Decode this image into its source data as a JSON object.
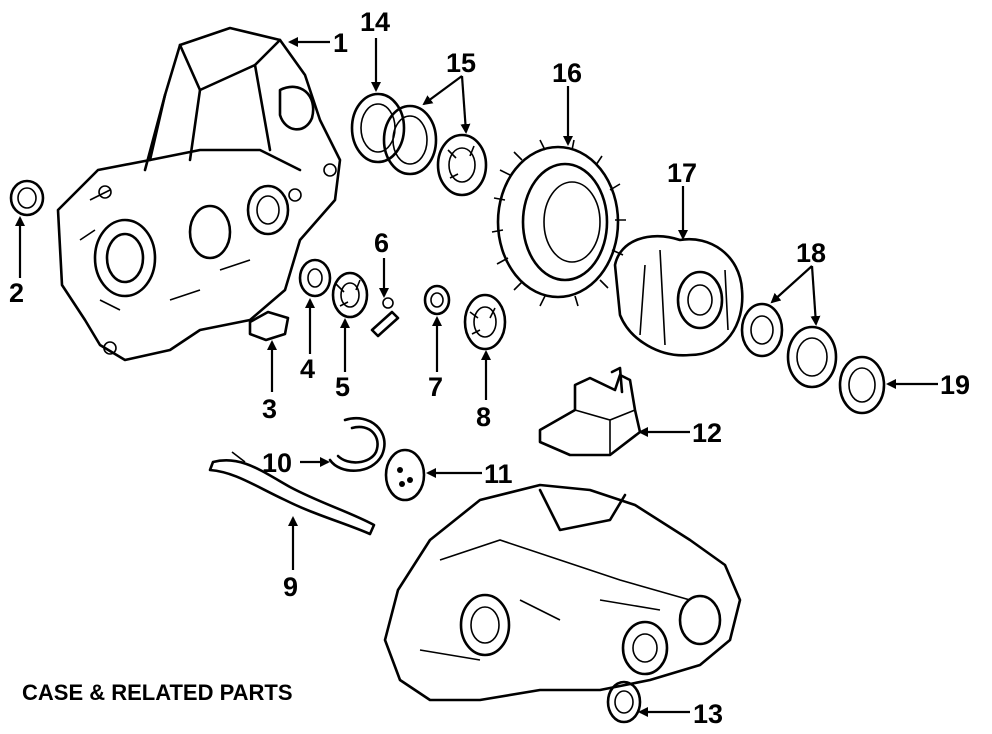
{
  "diagram": {
    "caption": "CASE & RELATED PARTS",
    "callouts": [
      {
        "id": "1",
        "label": "1"
      },
      {
        "id": "2",
        "label": "2"
      },
      {
        "id": "3",
        "label": "3"
      },
      {
        "id": "4",
        "label": "4"
      },
      {
        "id": "5",
        "label": "5"
      },
      {
        "id": "6",
        "label": "6"
      },
      {
        "id": "7",
        "label": "7"
      },
      {
        "id": "8",
        "label": "8"
      },
      {
        "id": "9",
        "label": "9"
      },
      {
        "id": "10",
        "label": "10"
      },
      {
        "id": "11",
        "label": "11"
      },
      {
        "id": "12",
        "label": "12"
      },
      {
        "id": "13",
        "label": "13"
      },
      {
        "id": "14",
        "label": "14"
      },
      {
        "id": "15",
        "label": "15"
      },
      {
        "id": "16",
        "label": "16"
      },
      {
        "id": "17",
        "label": "17"
      },
      {
        "id": "18",
        "label": "18"
      },
      {
        "id": "19",
        "label": "19"
      }
    ]
  }
}
